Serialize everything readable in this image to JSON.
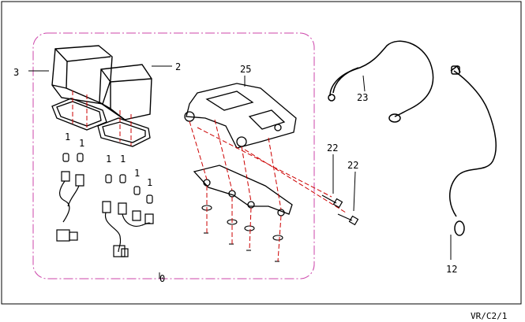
{
  "diagram": {
    "callouts": {
      "c3": "3",
      "c2": "2",
      "c25": "25",
      "c23": "23",
      "c22a": "22",
      "c22b": "22",
      "c12": "12",
      "c0": "0",
      "c1a": "1",
      "c1b": "1",
      "c1c": "1",
      "c1d": "1",
      "c1e": "1",
      "c1f": "1"
    },
    "reference_code": "VR/C2/1",
    "colors": {
      "line": "#000000",
      "callout_line": "#cc0000",
      "assembly_outline": "#cc44aa",
      "leader": "#cc0000"
    }
  }
}
